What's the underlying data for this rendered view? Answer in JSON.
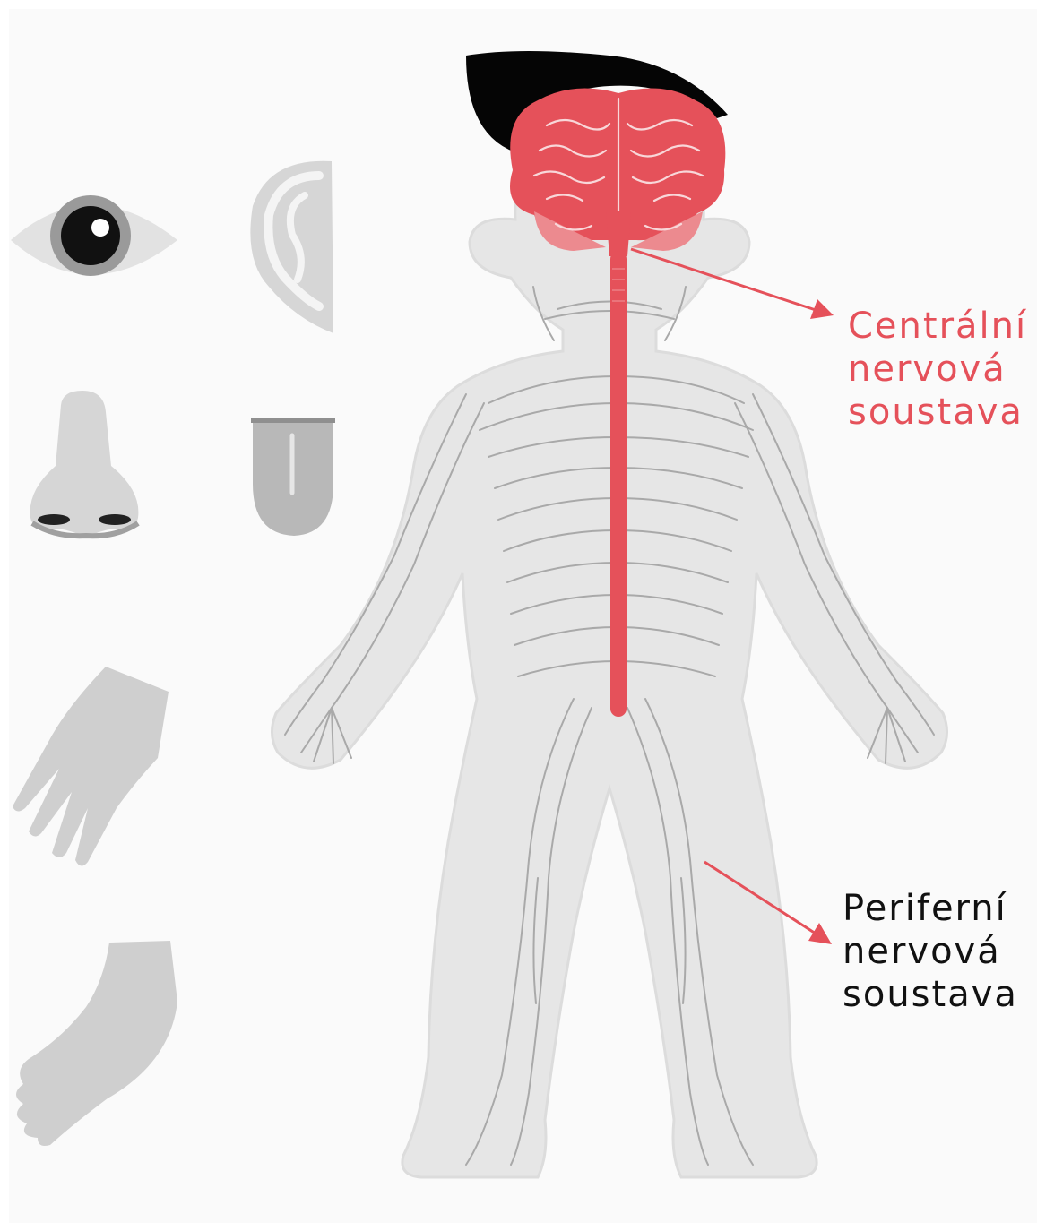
{
  "labels": {
    "central": {
      "lines": [
        "Centrální",
        "nervová",
        "soustava"
      ]
    },
    "peripheral": {
      "lines": [
        "Periferní",
        "nervová",
        "soustava"
      ]
    }
  },
  "sense_icons": [
    "eye-icon",
    "ear-icon",
    "nose-icon",
    "tongue-icon",
    "hand-icon",
    "foot-icon"
  ],
  "colors": {
    "background": "#fafafa",
    "body": "#e5e5e5",
    "body_outline": "#d8d8d8",
    "nerves": "#a9a9a9",
    "central_nervous_system": "#e5515a",
    "hair": "#000000",
    "icon_gray": "#c9c9c9",
    "icon_dark": "#8f8f8f"
  }
}
